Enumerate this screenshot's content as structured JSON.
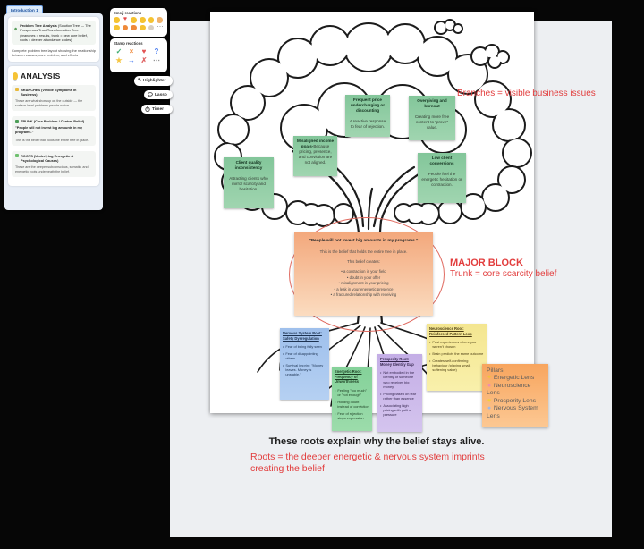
{
  "sidebar": {
    "tab": "Introduction 1",
    "intro_card": {
      "title": "Problem Tree Analysis",
      "title_rest": "(Solution Tree — The Prosperous Trust Transformation Tree (branches = results, trunk = new core belief, roots = deeper abundance codes)",
      "description": "Complete problem tree layout showing the relationship between causes, core problem, and effects"
    },
    "analysis": {
      "heading": "ANALYSIS",
      "sections": [
        {
          "icon": "branch-leaf-icon",
          "title": "BRANCHES (Visible Symptoms in Business)",
          "body": "These are what show up on the outside — the surface-level problems people notice."
        },
        {
          "icon": "trunk-icon",
          "title": "TRUNK (Core Problem / Central Belief)",
          "quote": "\"People will not invest big amounts in my programs.\"",
          "body": "This is the belief that holds the entire tree in place."
        },
        {
          "icon": "roots-icon",
          "title": "ROOTS (Underlying Energetic & Psychological Causes)",
          "body": "These are the deeper subconscious, somatic, and energetic roots underneath the belief."
        }
      ]
    }
  },
  "panels": {
    "emoji": {
      "title": "Emoji reactions",
      "row1": [
        "laughing-emoji",
        "heart-emoji",
        "surprised-emoji",
        "smiling-emoji",
        "sad-emoji",
        "praying-emoji"
      ],
      "row2": [
        "thumbs-up-emoji",
        "megaphone-emoji",
        "angry-emoji",
        "thinking-emoji",
        "flag-emoji",
        "more-options"
      ]
    },
    "stamp": {
      "title": "Stamp reactions",
      "row1": [
        "check-stamp",
        "cross-stamp",
        "heart-stamp",
        "question-stamp"
      ],
      "row2": [
        "star-stamp",
        "arrow-stamp",
        "scribble-stamp",
        "more-options"
      ]
    },
    "buttons": {
      "highlighter": "Highlighter",
      "lasso": "Lasso",
      "timer": "Timer"
    }
  },
  "canvas": {
    "annotations": {
      "branches": "Branches = visible business issues",
      "major_block": "MAJOR BLOCK",
      "trunk": "Trunk = core scarcity belief",
      "footer_bold": "These roots explain why the belief stays alive.",
      "footer_red": "Roots = the deeper energetic & nervous system imprints creating the belief"
    },
    "belief_box": {
      "quote": "\"People will not invest big amounts in my programs.\"",
      "line1": "This is the belief that holds the entire tree in place.",
      "line2": "This belief creates:",
      "bullets": [
        "a contraction in your field",
        "doubt in your offer",
        "misalignment in your pricing",
        "a leak in your energetic presence",
        "a fractured relationship with receiving"
      ]
    },
    "branch_stickies": [
      {
        "title": "Client quality inconsistency",
        "body": "Attracting clients who mirror scarcity and hesitation."
      },
      {
        "title": "Misaligned income goals-",
        "body": "Because pricing, presence, and conviction are not aligned."
      },
      {
        "title": "Frequent price undercharging or discounting",
        "body": "A reactive response to fear of rejection."
      },
      {
        "title": "Overgiving and burnout",
        "body": "Creating more free content to \"prove\" value."
      },
      {
        "title": "Low client conversions",
        "body": "People feel the energetic hesitation or contraction."
      }
    ],
    "root_stickies": [
      {
        "title": "Nervous System Root: Safety Dysregulation",
        "bullets": [
          "Fear of being fully seen",
          "Fear of disappointing others",
          "Survival imprint: \"Money leaves. Money is unstable.\""
        ]
      },
      {
        "title": "Energetic Root: Frequency of Unworthiness",
        "bullets": [
          "Feeling \"too much\" or \"not enough\"",
          "Holding doubt instead of conviction",
          "Fear of rejection stops expression"
        ]
      },
      {
        "title": "Prosperity Root: Money Identity Gap",
        "bullets": [
          "Not embodied in the identity of someone who receives big money",
          "Pricing based on fear rather than essence",
          "Associating high pricing with guilt or pressure"
        ]
      },
      {
        "title": "Neuroscience Root: Reinforced Pattern Loop",
        "bullets": [
          "Past experiences where you weren't chosen",
          "Brain predicts the same outcome",
          "Creates self-confirming behaviour (playing small, softening value)"
        ]
      }
    ],
    "pillars": {
      "title": "Pillars:",
      "items": [
        {
          "icon": "sparkle-icon",
          "label": "Energetic Lens"
        },
        {
          "icon": "brain-icon",
          "label": "Neuroscience Lens"
        },
        {
          "icon": "heart-icon",
          "label": "Prosperity Lens"
        },
        {
          "icon": "dot-icon",
          "label": "Nervous System Lens"
        }
      ]
    }
  },
  "colors": {
    "annotation_red": "#e23d3d",
    "branch_sticky_green": "#8fcba3",
    "root_blue": "#a9c7ef",
    "root_green": "#8fd6a1",
    "root_purple": "#c9b5e8",
    "root_yellow": "#f8eda2",
    "belief_orange": "#f3a87c",
    "pillars_orange": "#f8a55e"
  }
}
